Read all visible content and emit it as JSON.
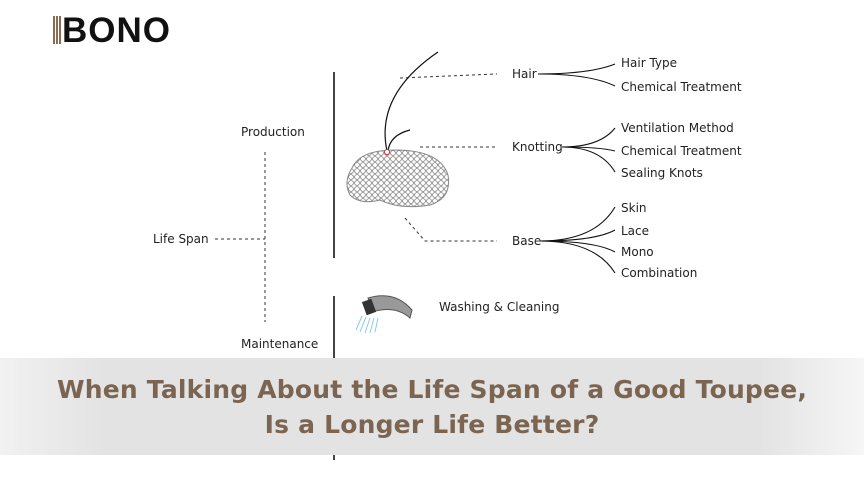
{
  "logo": {
    "text": "BONO"
  },
  "diagram": {
    "root": "Life Span",
    "production": "Production",
    "maintenance": "Maintenance",
    "hair": {
      "label": "Hair",
      "items": [
        "Hair Type",
        "Chemical Treatment"
      ]
    },
    "knotting": {
      "label": "Knotting",
      "items": [
        "Ventilation Method",
        "Chemical Treatment",
        "Sealing Knots"
      ]
    },
    "base": {
      "label": "Base",
      "items": [
        "Skin",
        "Lace",
        "Mono",
        "Combination"
      ]
    },
    "washing": "Washing & Cleaning"
  },
  "banner": {
    "line1": "When Talking About the Life Span of a Good Toupee,",
    "line2": "Is a Longer Life Better?"
  }
}
